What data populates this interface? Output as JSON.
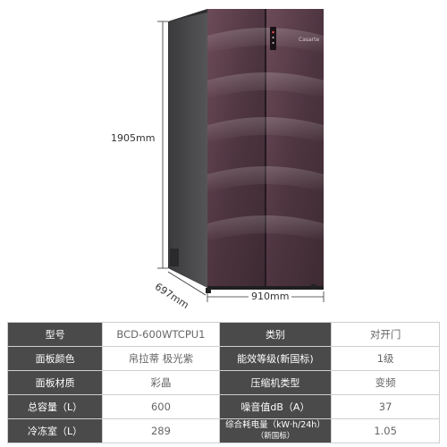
{
  "product": {
    "brand_mark": "Casarte",
    "dimensions": {
      "height": "1905mm",
      "width": "910mm",
      "depth": "697mm"
    }
  },
  "colors": {
    "door": "#5c3f4a",
    "door_highlight": "#8a6a76",
    "table_header_bg": "#4a4a4a"
  },
  "spec_table": {
    "rows": [
      {
        "k1": "型号",
        "v1": "BCD-600WTCPU1",
        "k2": "类别",
        "v2": "对开门"
      },
      {
        "k1": "面板颜色",
        "v1": "帛拉蒂 极光紫",
        "k2": "能效等级(新国标)",
        "v2": "1级"
      },
      {
        "k1": "面板材质",
        "v1": "彩晶",
        "k2": "压缩机类型",
        "v2": "变频"
      },
      {
        "k1": "总容量（L）",
        "v1": "600",
        "k2": "噪音值dB（A）",
        "v2": "37"
      },
      {
        "k1": "冷冻室（L）",
        "v1": "289",
        "k2": "综合耗电量（kW·h/24h）",
        "k2_sub": "（新国标）",
        "v2": "1.05"
      }
    ]
  }
}
